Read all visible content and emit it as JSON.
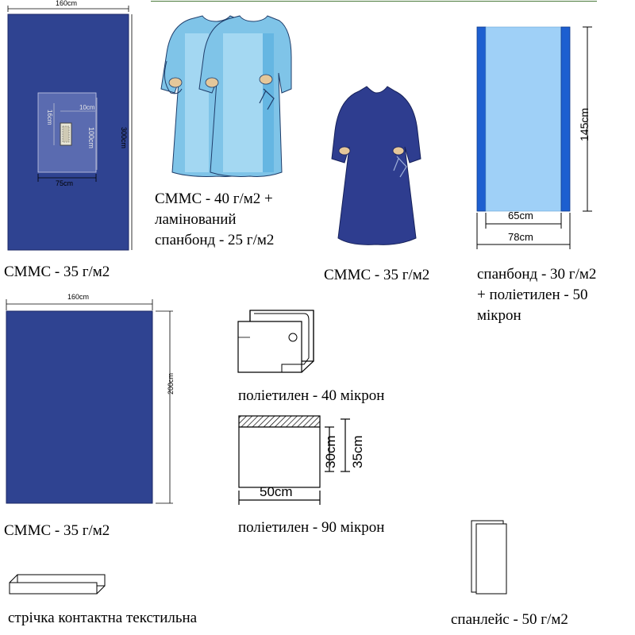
{
  "colors": {
    "drape_blue": "#2f4391",
    "gown_light": "#7fc4e8",
    "gown_panel": "#a9daf3",
    "gown_dark": "#2e3d8f",
    "drape_side_blue": "#1d5fd0",
    "drape_center": "#9fd0f7",
    "accent_line": "#4a7a3a"
  },
  "items": [
    {
      "id": "drape-160x300",
      "dims": {
        "width": "160cm",
        "height": "300cm",
        "window_w": "75cm",
        "window_h": "100cm",
        "hole_w": "10cm",
        "hole_h": "16cm"
      },
      "caption": [
        "СММС - 35 г/м2"
      ]
    },
    {
      "id": "reinforced-gowns",
      "caption": [
        "СММС - 40 г/м2 +",
        "ламінований",
        "спанбонд - 25 г/м2"
      ]
    },
    {
      "id": "standard-gown",
      "caption": [
        "СММС - 35 г/м2"
      ]
    },
    {
      "id": "side-drape",
      "dims": {
        "height": "145cm",
        "inner_width": "65cm",
        "width": "78cm"
      },
      "caption": [
        "спанбонд - 30 г/м2",
        "+ поліетилен - 50",
        "мікрон"
      ]
    },
    {
      "id": "drape-160x200",
      "dims": {
        "width": "160cm",
        "height": "200cm"
      },
      "caption": [
        "СММС - 35 г/м2"
      ]
    },
    {
      "id": "poly-bag-40",
      "caption": [
        "поліетилен - 40 мікрон"
      ]
    },
    {
      "id": "poly-bag-90",
      "dims": {
        "width": "50cm",
        "inner_height": "30cm",
        "height": "35cm"
      },
      "caption": [
        "поліетилен - 90 мікрон"
      ]
    },
    {
      "id": "contact-tape",
      "caption": [
        "стрічка контактна текстильна"
      ]
    },
    {
      "id": "spunlace",
      "caption": [
        "спанлейс - 50 г/м2"
      ]
    }
  ]
}
